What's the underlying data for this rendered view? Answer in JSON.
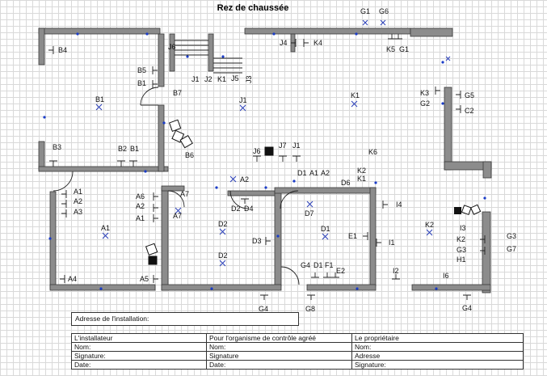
{
  "title": "Rez de chaussée",
  "labels": {
    "G1": "G1",
    "G6": "G6",
    "K5": "K5",
    "G1b": "G1",
    "B4": "B4",
    "J6": "J6",
    "J4": "J4",
    "K4": "K4",
    "B5": "B5",
    "B1": "B1",
    "J1": "J1",
    "J2": "J2",
    "K1": "K1",
    "J5": "J5",
    "J3": "J3",
    "B7": "B7",
    "B1r": "B1",
    "J1r": "J1",
    "K1r": "K1",
    "K3": "K3",
    "G2": "G2",
    "G5": "G5",
    "C2": "C2",
    "B6": "B6",
    "B3": "B3",
    "B2": "B2",
    "B1c": "B1",
    "J6c": "J6",
    "J7": "J7",
    "J1c": "J1",
    "K6": "K6",
    "K2": "K2",
    "K1c": "K1",
    "D1": "D1",
    "A1t": "A1",
    "A2t": "A2",
    "D6": "D6",
    "A2c": "A2",
    "A1a": "A1",
    "A2a": "A2",
    "A3a": "A3",
    "A6": "A6",
    "A2b": "A2",
    "A1b": "A1",
    "A7a": "A7",
    "A7b": "A7",
    "D2a": "D2",
    "D4": "D4",
    "D7": "D7",
    "I4": "I4",
    "K2r": "K2",
    "I3": "I3",
    "K2x": "K2",
    "G3": "G3",
    "G3b": "G3",
    "G7": "G7",
    "H1": "H1",
    "A1m": "A1",
    "D2m": "D2",
    "D3": "D3",
    "D1m": "D1",
    "E1": "E1",
    "I1": "I1",
    "D2b": "D2",
    "G4a": "G4",
    "D1b": "D1",
    "F1": "F1",
    "E2": "E2",
    "I2": "I2",
    "I6": "I6",
    "A4": "A4",
    "A5": "A5",
    "G4b": "G4",
    "G8": "G8",
    "G4c": "G4"
  },
  "form": {
    "address_label": "Adresse de l'installation:",
    "columns": [
      {
        "header": "L'installateur",
        "rows": [
          "Nom:",
          "Signature:",
          "Date:"
        ]
      },
      {
        "header": "Pour l'organisme de contrôle agréé",
        "rows": [
          "Nom:",
          "Signature",
          "Date:"
        ]
      },
      {
        "header": "Le propriétaire",
        "rows": [
          "Nom:",
          "Adresse",
          "Signature:"
        ]
      }
    ]
  }
}
